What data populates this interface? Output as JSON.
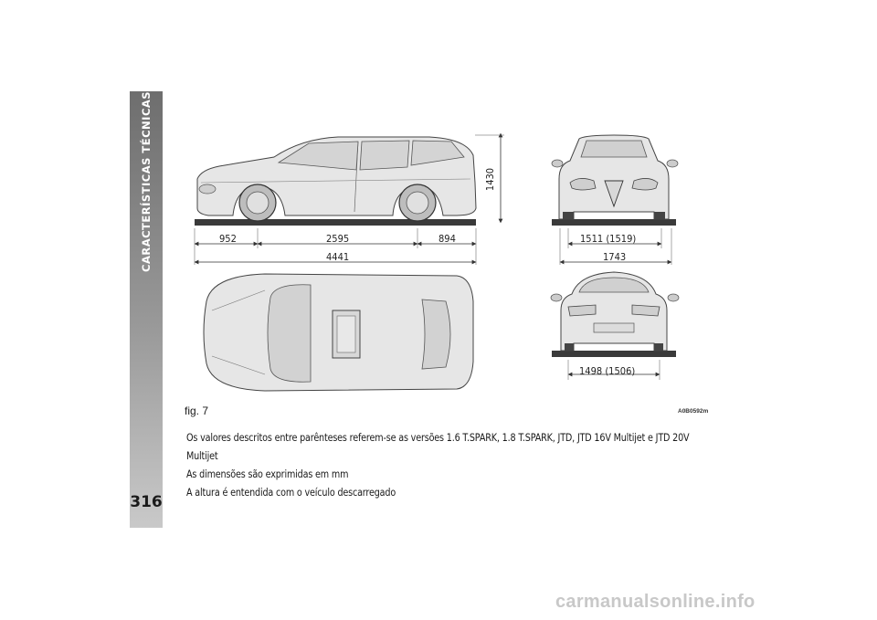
{
  "sidebar": {
    "section_title": "CARACTERÍSTICAS TÉCNICAS",
    "page_number": "316"
  },
  "figure": {
    "dimensions": {
      "front_overhang": "952",
      "wheelbase": "2595",
      "rear_overhang": "894",
      "length": "4441",
      "height": "1430",
      "front_track": "1511 (1519)",
      "width": "1743",
      "rear_track": "1498 (1506)"
    },
    "label": "fig. 7",
    "code": "A0B0592m"
  },
  "notes": [
    "Os valores descritos entre parênteses referem-se as versões 1.6 T.SPARK, 1.8 T.SPARK, JTD, JTD 16V Multijet e JTD 20V Multijet",
    "As dimensões são exprimidas em mm",
    "A altura é entendida com o veículo descarregado"
  ],
  "watermark": "carmanualsonline.info",
  "colors": {
    "sidebar_top": "#6e6e6e",
    "sidebar_bottom": "#c9c9c9",
    "car_fill": "#e6e6e6",
    "ground": "#3a3a3a"
  }
}
